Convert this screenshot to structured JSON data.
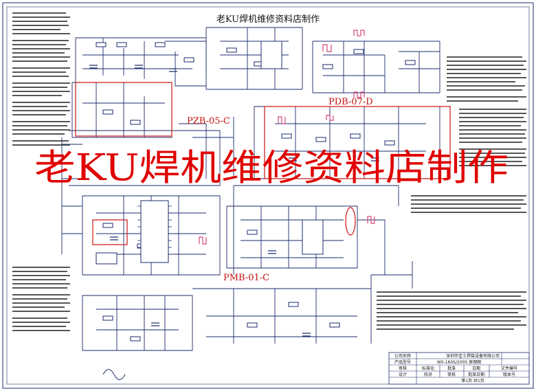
{
  "title": "老KU焊机维修资料店制作",
  "watermark": "老KU焊机维修资料店制作",
  "board_labels": {
    "pzb": "PZB-05-C",
    "pdb": "PDB-07-D",
    "pmb": "PMB-01-C"
  },
  "title_block": {
    "row1": {
      "label": "公司名称",
      "value": "深圳市佳士焊接设备有限公司"
    },
    "row2": {
      "label": "产品型号",
      "value": "WS-160S/200S 原理图"
    },
    "row3": {
      "c1": "审核",
      "c2": "标准化",
      "c3": "批准",
      "c4": "日期",
      "c5": "文件编号"
    },
    "row4": {
      "c1": "设计",
      "c2": "校对",
      "c3": "审核",
      "c4": "批准日期",
      "c5": "版本号"
    },
    "row5": {
      "label": "第1页 共1页"
    }
  },
  "colors": {
    "wire": "#1a2a6c",
    "red_box": "#cc1111",
    "watermark": "#e00000",
    "board_label": "#c41010",
    "highlight": "#d6457a"
  }
}
